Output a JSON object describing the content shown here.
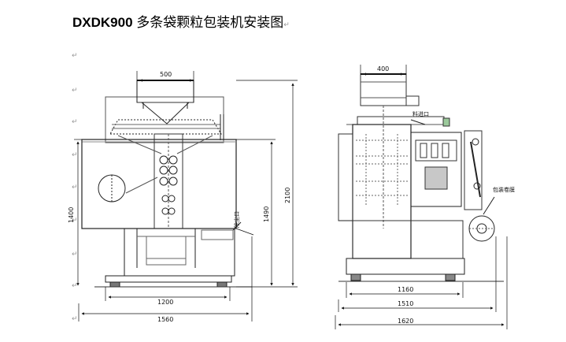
{
  "document": {
    "title_model": "DXDK900",
    "title_text": " 多条袋颗粒包装机安装图",
    "paragraph_mark": "↵"
  },
  "front_view": {
    "dim_top": "500",
    "dim_left": "1400",
    "dim_mid_vertical": "1490",
    "dim_right_vertical": "2100",
    "dim_bottom_inner": "1200",
    "dim_bottom_outer": "1560",
    "label_dust_port": "除尘口"
  },
  "side_view": {
    "dim_top": "400",
    "dim_bottom_1": "1160",
    "dim_bottom_2": "1510",
    "dim_bottom_3": "1620",
    "label_top": "料进口",
    "label_film_roll": "包装卷膜"
  }
}
